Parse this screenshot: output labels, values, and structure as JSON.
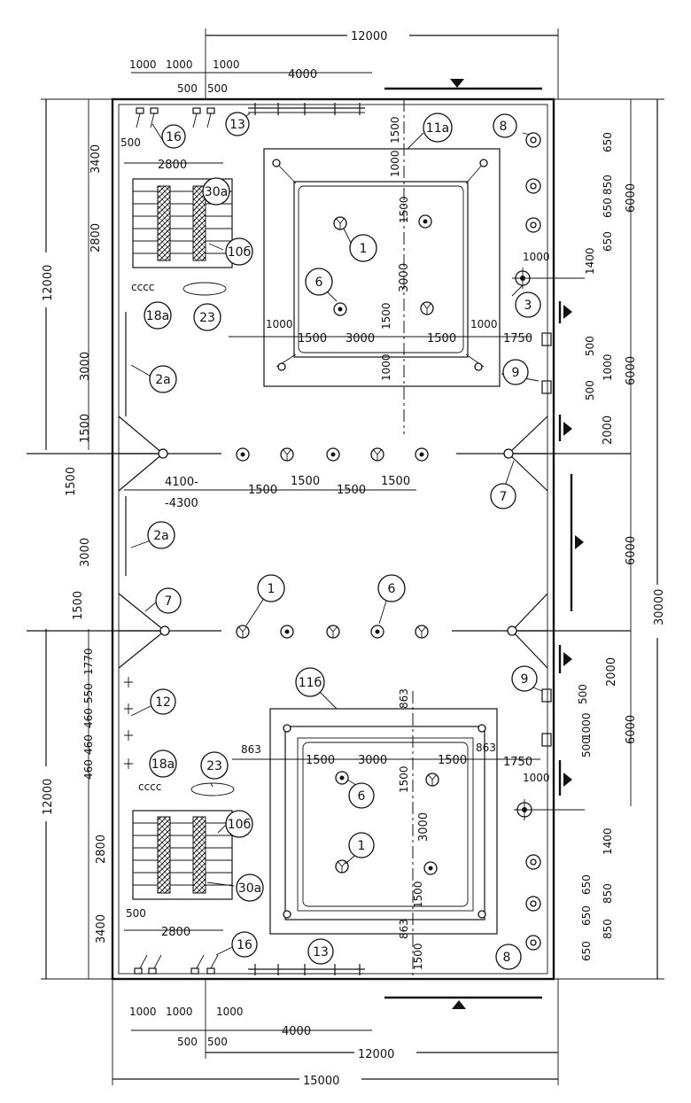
{
  "plan": {
    "tags": {
      "t1": "1",
      "t2a": "2a",
      "t3": "3",
      "t6": "6",
      "t7": "7",
      "t8": "8",
      "t9": "9",
      "t10b": "10б",
      "t11a": "11a",
      "t11b": "11б",
      "t12": "12",
      "t13": "13",
      "t16": "16",
      "t18a": "18a",
      "t23": "23",
      "t30a": "30a"
    },
    "dims": {
      "d12000": "12000",
      "d4000": "4000",
      "d1000": "1000",
      "d500": "500",
      "d1500": "1500",
      "d3000": "3000",
      "d3400": "3400",
      "d2800": "2800",
      "d650": "650",
      "d850": "850",
      "d6000": "6000",
      "d1400": "1400",
      "d1750": "1750",
      "d2000": "2000",
      "d30000": "30000",
      "d15000": "15000",
      "d4100": "4100-",
      "d4300": "-4300",
      "d863": "863",
      "d1770": "1770",
      "d550": "550",
      "d460": "460"
    }
  }
}
